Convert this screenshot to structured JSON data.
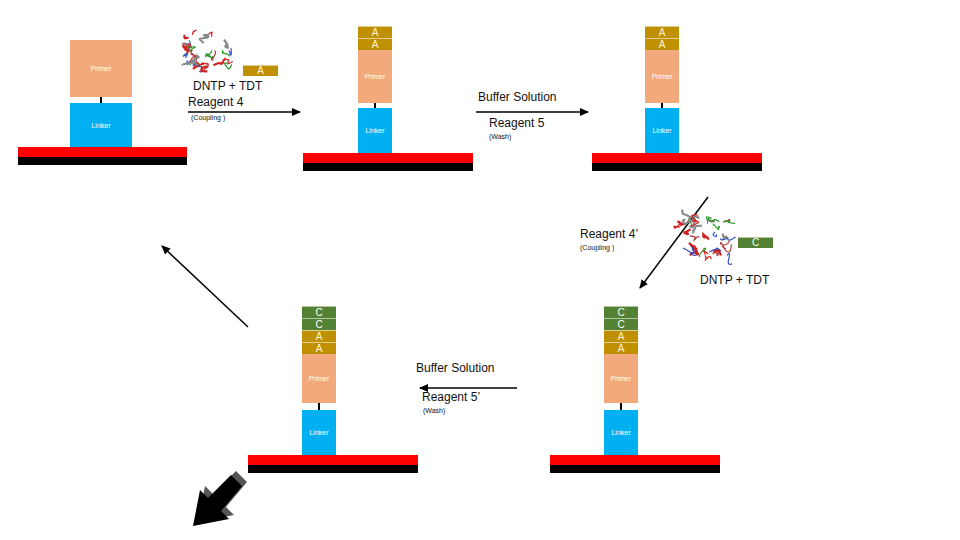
{
  "diagram": {
    "nodes": [
      {
        "text": [
          "Primer"
        ]
      },
      {
        "text": [
          "Linker"
        ]
      },
      {
        "text": [
          "A"
        ]
      },
      {
        "text": [
          "A"
        ]
      },
      {
        "text": [
          "A"
        ]
      },
      {
        "text": [
          "Primer"
        ]
      },
      {
        "text": [
          "Linker"
        ]
      },
      {
        "text": [
          "A"
        ]
      },
      {
        "text": [
          "A"
        ]
      },
      {
        "text": [
          "Primer"
        ]
      },
      {
        "text": [
          "Linker"
        ]
      },
      {
        "text": [
          "C"
        ]
      },
      {
        "text": [
          "C"
        ]
      },
      {
        "text": [
          "C"
        ]
      },
      {
        "text": [
          "A"
        ]
      },
      {
        "text": [
          "A"
        ]
      },
      {
        "text": [
          "Primer"
        ]
      },
      {
        "text": [
          "Linker"
        ]
      },
      {
        "text": [
          "C"
        ]
      },
      {
        "text": [
          "C"
        ]
      },
      {
        "text": [
          "A"
        ]
      },
      {
        "text": [
          "A"
        ]
      },
      {
        "text": [
          "Primer"
        ]
      },
      {
        "text": [
          "Linker"
        ]
      }
    ],
    "labels": [
      "DNTP + TDT",
      "Reagent 4",
      "(Coupling )",
      "Buffer Solution",
      "Reagent 5",
      "(Wash)",
      "Reagent 4’",
      "(Coupling )",
      "DNTP + TDT",
      "Buffer Solution",
      "Reagent 5’",
      "(Wash)"
    ]
  }
}
